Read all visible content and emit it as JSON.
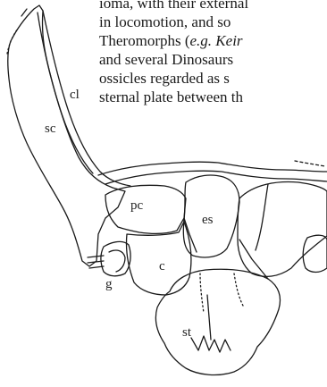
{
  "text_lines": [
    {
      "pre": "ioma, with their external",
      "ital": "",
      "post": ""
    },
    {
      "pre": "in locomotion, and so",
      "ital": "",
      "post": ""
    },
    {
      "pre": "Theromorphs (",
      "ital": "e.g. Keir",
      "post": ""
    },
    {
      "pre": "and several Dinosaurs",
      "ital": "",
      "post": ""
    },
    {
      "pre": "ossicles regarded as s",
      "ital": "",
      "post": ""
    },
    {
      "pre": "sternal plate between th",
      "ital": "",
      "post": ""
    }
  ],
  "figure": {
    "labels": {
      "sc": "sc",
      "cl": "cl",
      "pc": "pc",
      "es": "es",
      "g": "g",
      "c": "c",
      "st": "st"
    }
  },
  "colors": {
    "ink": "#1a1a1a",
    "paper": "#ffffff"
  }
}
